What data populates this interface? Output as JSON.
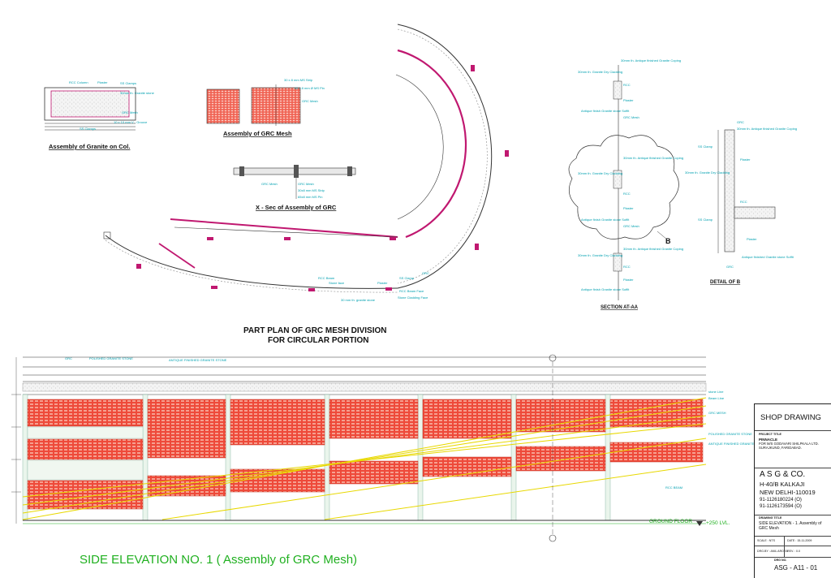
{
  "details": {
    "granite_on_col": {
      "title": "Assembly of Granite on Col.",
      "labels": [
        "RCC Column",
        "Plaster",
        "SS Clamps",
        "30mm th. Granite stone",
        "GRC Mesh",
        "10 x 10 mm V - Groove",
        "SS Clamps"
      ]
    },
    "grc_mesh": {
      "title": "Assembly of GRC Mesh",
      "labels": [
        "30 x 8 mm MS Strip",
        "65 x 8 mm Ø MS Pin",
        "GRC Mesh"
      ]
    },
    "xsec": {
      "title": "X - Sec of Assembly of GRC",
      "labels": [
        "GRC Mesh",
        "GRC Mesh",
        "30x8 mm MS Strip",
        "65x8 mm MS Pin"
      ]
    },
    "part_plan": {
      "title_line1": "PART PLAN OF GRC MESH DIVISION",
      "title_line2": "FOR CIRCULAR PORTION",
      "labels": [
        "RCC Beam",
        "Stone face",
        "Plaster",
        "SS Clamp",
        "GRC",
        "RCC Beam Face",
        "30 mm th. granite stone",
        "Stone Cladding Face"
      ]
    },
    "section_aa": {
      "title": "SECTION AT-AA",
      "labels": [
        "30mm th. Antique finished Granite Coping",
        "30mm th. Granite Dry Cladding",
        "RCC",
        "Plaster",
        "Antique finish Granite stone Soffit",
        "GRC Mesh",
        "30mm th. Antique finished Granite Coping",
        "30mm th. Granite Dry Cladding",
        "RCC",
        "Plaster",
        "Antique finish Granite stone Soffit",
        "GRC Mesh",
        "30mm th. Antique finished Granite Coping",
        "30mm th. Granite Dry Cladding",
        "RCC",
        "Plaster",
        "Antique finish Granite stone Soffit"
      ],
      "callout": "B"
    },
    "detail_b": {
      "title": "DETAIL OF B",
      "labels": [
        "GRC",
        "30mm th. Antique finished Granite Coping",
        "SS Clamp",
        "Plaster",
        "30mm th. Granite Dry Cladding",
        "RCC",
        "SS Clamp",
        "Plaster",
        "Antique finished Granite stone Soffit",
        "GRC"
      ]
    }
  },
  "elevation": {
    "top_labels": [
      "GRC",
      "POLISHED GRANITE STONE",
      "ANTIQUE FINISHED GRANITE STONE"
    ],
    "right_labels": [
      "stone Line",
      "Beam Line",
      "GRC MESH",
      "POLISHED GRANITE STONE",
      "ANTIQUE FINISHED GRANITE STONE",
      "RCC BEAM"
    ],
    "ground_floor": "GROUND FLOOR",
    "level": "+250 LVL.",
    "title": "SIDE ELEVATION NO. 1 ( Assembly of GRC Mesh)"
  },
  "title_block": {
    "heading": "SHOP DRAWING",
    "project_title_label": "PROJECT TITLE",
    "project_name": "PINNACLE",
    "project_for": "FOR M/S GODAVARI SHILPKALA LTD.",
    "project_location": "SURAJKUND, FARIDABAD.",
    "firm": "A S G  &  CO.",
    "address1": "H-40/B  KALKAJI",
    "address2": "NEW DELHI-110019",
    "phone1": "91-1126180224 (O)",
    "phone2": "91-1126173594 (O)",
    "drawing_title_label": "DRAWING TITLE",
    "drawing_title": "SIDE ELEVATION - 1. Assembly of GRC Mesh",
    "scale": "SCALE : NTS",
    "date": "DATE : 15-11-2009",
    "drawn_by": "DRG.BY : ANIL ARORA",
    "rev": "REV. : 0.0",
    "drg_no_label": "DRG NO.",
    "drg_no": "ASG - A11 - 01"
  },
  "colors": {
    "cyan": "#00a0b0",
    "grc_red": "#ee4a3a",
    "magenta": "#c01870",
    "green_title": "#20b020",
    "yellow_line": "#e8d800"
  }
}
